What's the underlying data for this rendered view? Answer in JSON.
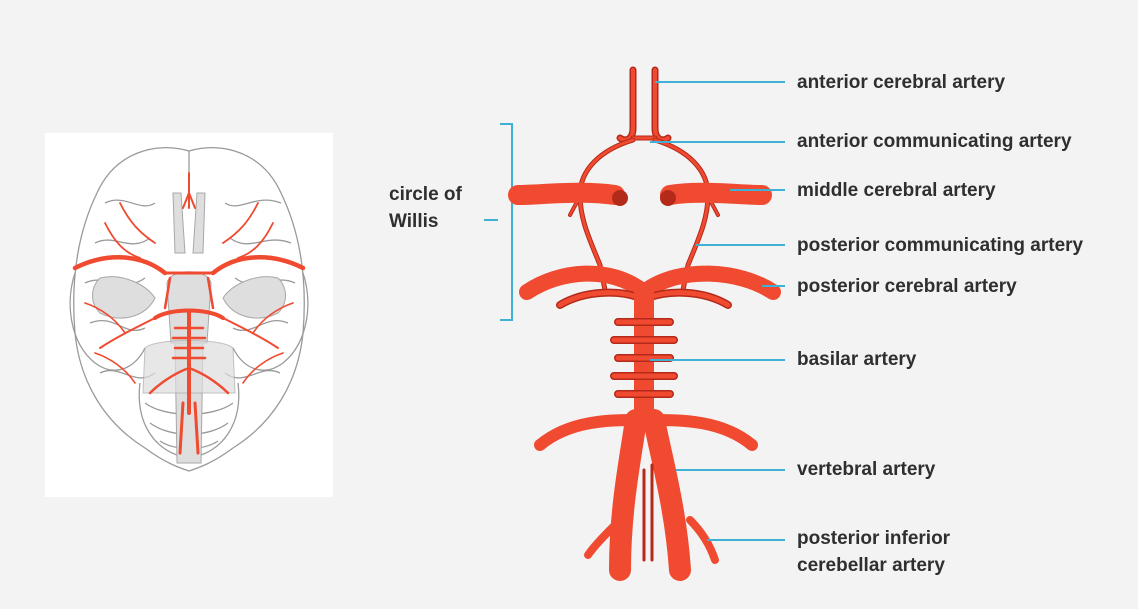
{
  "colors": {
    "artery": "#f04a30",
    "artery_dark": "#b42a1a",
    "leader_line": "#3fb0d6",
    "label_text": "#2f2f2f",
    "background": "#f3f3f3"
  },
  "bracket_label": "circle of Willis",
  "labels": {
    "anterior_cerebral": "anterior cerebral artery",
    "anterior_communicating": "anterior communicating artery",
    "middle_cerebral": "middle cerebral artery",
    "posterior_communicating": "posterior communicating artery",
    "posterior_cerebral": "posterior cerebral artery",
    "basilar": "basilar artery",
    "vertebral": "vertebral artery",
    "posterior_inferior_cerebellar_line1": "posterior inferior",
    "posterior_inferior_cerebellar_line2": "cerebellar artery"
  },
  "icons": {
    "brain_illustration": "brain-inferior-view-icon",
    "artery_diagram": "circle-of-willis-diagram"
  }
}
